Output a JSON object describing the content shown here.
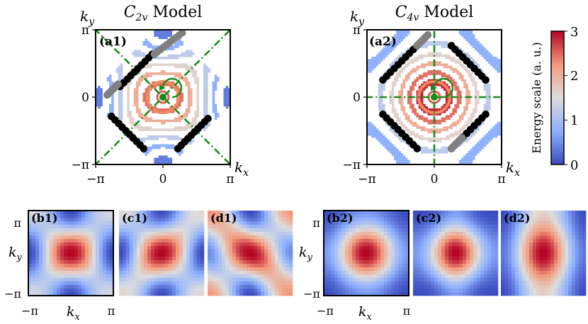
{
  "chart_data": [
    {
      "type": "heatmap",
      "panel": "a1",
      "title": "C2v Model",
      "title_main": "C",
      "title_sub": "2v",
      "title_rest": " Model",
      "label": "(a1)",
      "xlabel": "k_x",
      "xlabel_main": "k",
      "xlabel_sub": "x",
      "ylabel": "k_y",
      "ylabel_main": "k",
      "ylabel_sub": "y",
      "xticks": [
        "−π",
        "0",
        "π"
      ],
      "yticks": [
        "π",
        "0",
        "−π"
      ],
      "xlim": [
        -3.1416,
        3.1416
      ],
      "ylim": [
        -3.1416,
        3.1416
      ],
      "domain": "diamond",
      "minima": [
        [
          -1.6,
          1.6
        ],
        [
          1.6,
          1.6
        ],
        [
          -1.6,
          -1.6
        ],
        [
          1.6,
          -1.6
        ]
      ],
      "mirror_lines": [
        [
          1,
          1
        ],
        [
          1,
          -1
        ]
      ],
      "black_segments": [
        [
          [
            -2.0,
            0.5
          ],
          [
            -0.5,
            2.0
          ]
        ],
        [
          [
            -2.4,
            -0.9
          ],
          [
            -0.9,
            -2.4
          ]
        ],
        [
          [
            0.7,
            -2.4
          ],
          [
            2.1,
            -1.0
          ]
        ]
      ],
      "gray_segments": [
        [
          [
            -0.4,
            2.0
          ],
          [
            0.9,
            3.0
          ]
        ],
        [
          [
            -2.1,
            0.6
          ],
          [
            -2.6,
            0.1
          ]
        ]
      ]
    },
    {
      "type": "heatmap",
      "panel": "a2",
      "title": "C4v Model",
      "title_main": "C",
      "title_sub": "4v",
      "title_rest": " Model",
      "label": "(a2)",
      "xlabel": "k_x",
      "xlabel_main": "k",
      "xlabel_sub": "x",
      "ylabel": "k_y",
      "ylabel_main": "k",
      "ylabel_sub": "y",
      "xticks": [
        "−π",
        "0",
        "π"
      ],
      "yticks": [
        "π",
        "0",
        "−π"
      ],
      "xlim": [
        -3.1416,
        3.1416
      ],
      "ylim": [
        -3.1416,
        3.1416
      ],
      "domain": "square",
      "minima": [
        [
          -1.6,
          1.6
        ],
        [
          1.6,
          1.6
        ],
        [
          -1.6,
          -1.6
        ],
        [
          1.6,
          -1.6
        ]
      ],
      "mirror_lines": [
        [
          1,
          0
        ],
        [
          0,
          1
        ]
      ],
      "black_segments": [
        [
          [
            -2.4,
            0.8
          ],
          [
            -0.8,
            2.4
          ]
        ],
        [
          [
            0.8,
            2.4
          ],
          [
            2.4,
            0.8
          ]
        ],
        [
          [
            -2.4,
            -0.8
          ],
          [
            -0.8,
            -2.4
          ]
        ],
        [
          [
            0.8,
            -2.4
          ],
          [
            2.4,
            -0.8
          ]
        ]
      ],
      "gray_segments": [
        [
          [
            -0.8,
            2.4
          ],
          [
            -0.3,
            2.9
          ]
        ],
        [
          [
            0.8,
            -2.4
          ],
          [
            1.3,
            -1.9
          ]
        ]
      ]
    }
  ],
  "colorbar": {
    "label": "Energy scale (a. u.)",
    "ticks": [
      "0",
      "1",
      "2",
      "3"
    ],
    "range": [
      0,
      3
    ],
    "colors": [
      "#3b4cc0",
      "#8db0fe",
      "#dddddd",
      "#f49a7b",
      "#b40426"
    ]
  },
  "small_panels": [
    {
      "label": "(b1)",
      "model": "C2v",
      "variant": 0
    },
    {
      "label": "(c1)",
      "model": "C2v",
      "variant": 1
    },
    {
      "label": "(d1)",
      "model": "C2v",
      "variant": 2
    },
    {
      "label": "(b2)",
      "model": "C4v",
      "variant": 0
    },
    {
      "label": "(c2)",
      "model": "C4v",
      "variant": 1
    },
    {
      "label": "(d2)",
      "model": "C4v",
      "variant": 2
    }
  ],
  "small_axes": {
    "xlabel_main": "k",
    "xlabel_sub": "x",
    "ylabel_main": "k",
    "ylabel_sub": "y",
    "xticks": [
      "−π",
      "π"
    ],
    "yticks": [
      "π",
      "−π"
    ]
  }
}
